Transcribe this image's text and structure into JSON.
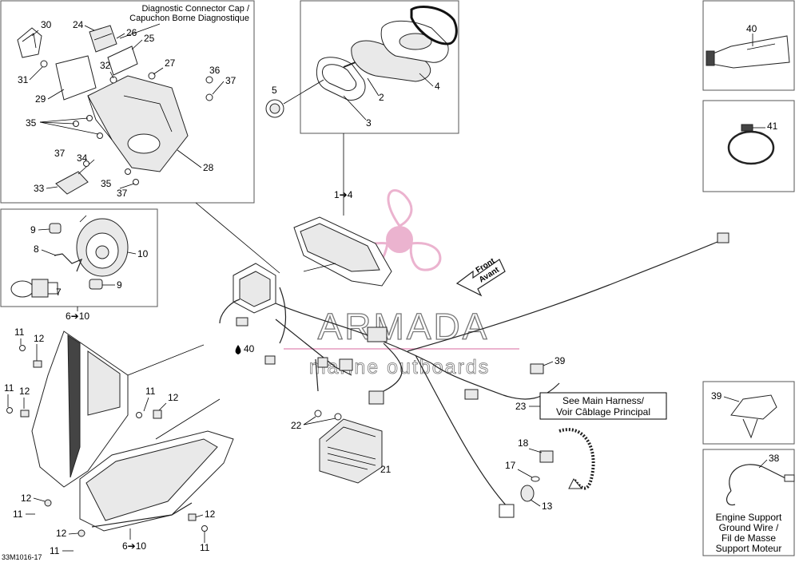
{
  "diagram_code": "33M1016-17",
  "diagnostic_note": {
    "line1": "Diagnostic Connector Cap /",
    "line2": "Capuchon Borne Diagnostique"
  },
  "harness_note": {
    "line1": "See Main Harness/",
    "line2": "Voir Câblage Principal"
  },
  "front_arrow": {
    "line1": "Front",
    "line2": "Avant"
  },
  "ground_wire_note": {
    "line1": "Engine Support",
    "line2": "Ground Wire /",
    "line3": "Fil de Masse",
    "line4": "Support Moteur"
  },
  "watermark": {
    "brand": "ARMADA",
    "tagline": "marine outboards"
  },
  "callouts": {
    "c30": "30",
    "c24": "24",
    "c26": "26",
    "c25": "25",
    "c32": "32",
    "c27": "27",
    "c36": "36",
    "c37a": "37",
    "c31": "31",
    "c29": "29",
    "c35a": "35",
    "c37b": "37",
    "c34": "34",
    "c28": "28",
    "c33": "33",
    "c35b": "35",
    "c37c": "37",
    "c5": "5",
    "c2": "2",
    "c3": "3",
    "c4": "4",
    "c1to4": "1➔4",
    "c40a": "40",
    "c41": "41",
    "c9a": "9",
    "c10": "10",
    "c8": "8",
    "c7": "7",
    "c9b": "9",
    "c6to10a": "6➔10",
    "c11a": "11",
    "c12a": "12",
    "c11b": "11",
    "c12b": "12",
    "c11c": "11",
    "c12c": "12",
    "c40b": "40",
    "c39a": "39",
    "c23": "23",
    "c22": "22",
    "c21": "21",
    "c18": "18",
    "c17": "17",
    "c13": "13",
    "c12d": "12",
    "c11d": "11",
    "c12e": "12",
    "c11e": "11",
    "c12f": "12",
    "c11f": "11",
    "c6to10b": "6➔10",
    "c39b": "39",
    "c38": "38"
  }
}
